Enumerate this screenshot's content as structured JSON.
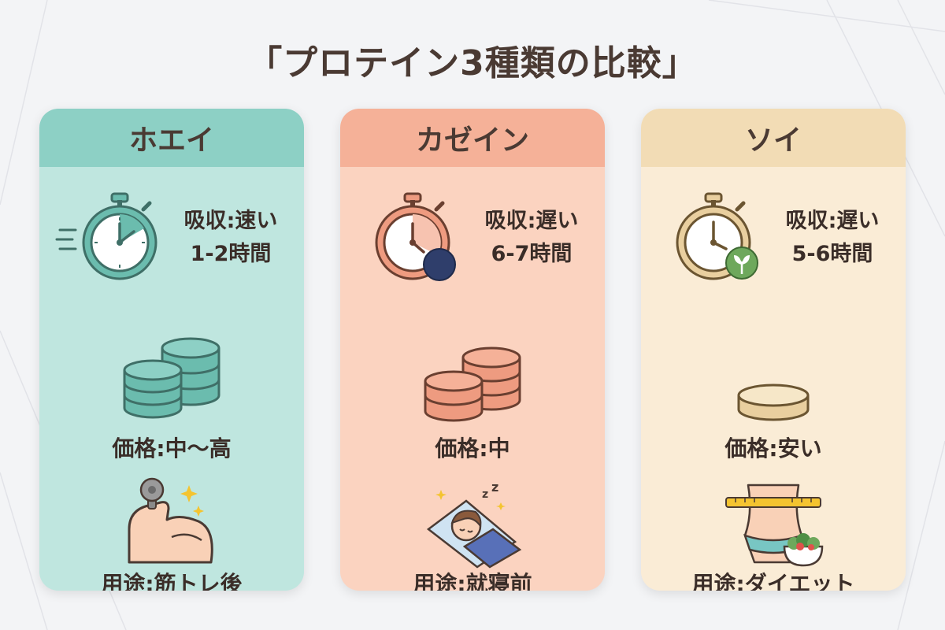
{
  "title": "「プロテイン3種類の比較」",
  "colors": {
    "whey_bg": "#bfe6df",
    "whey_head": "#8dd0c5",
    "casein_bg": "#fbd3c0",
    "casein_head": "#f5b198",
    "soy_bg": "#faecd6",
    "soy_head": "#f2dcb5"
  },
  "cards": [
    {
      "name": "ホエイ",
      "absorb_line1": "吸収:速い",
      "absorb_line2": "1-2時間",
      "price": "価格:中〜高",
      "use": "用途:筋トレ後",
      "icons": [
        "stopwatch-fast-icon",
        "coin-stack-icon",
        "flexed-arm-dumbbell-icon"
      ]
    },
    {
      "name": "カゼイン",
      "absorb_line1": "吸収:遅い",
      "absorb_line2": "6-7時間",
      "price": "価格:中",
      "use": "用途:就寝前",
      "icons": [
        "stopwatch-moon-icon",
        "coin-stack-icon",
        "sleeping-person-icon"
      ]
    },
    {
      "name": "ソイ",
      "absorb_line1": "吸収:遅い",
      "absorb_line2": "5-6時間",
      "price": "価格:安い",
      "use": "用途:ダイエット",
      "icons": [
        "stopwatch-leaf-icon",
        "single-coin-icon",
        "waist-measure-salad-icon"
      ]
    }
  ]
}
